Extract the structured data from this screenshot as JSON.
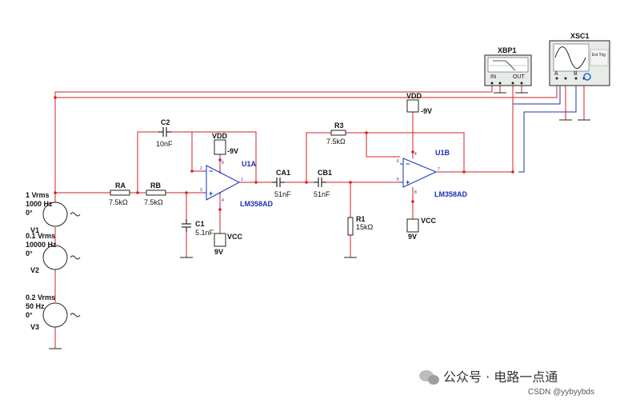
{
  "sources": [
    {
      "amplitude": "1 Vrms",
      "freq": "1000 Hz",
      "phase": "0°",
      "name": "V1"
    },
    {
      "amplitude": "0.1 Vrms",
      "freq": "10000 Hz",
      "phase": "0°",
      "name": "V2"
    },
    {
      "amplitude": "0.2 Vrms",
      "freq": "50 Hz",
      "phase": "0°",
      "name": "V3"
    }
  ],
  "resistors": {
    "RA": {
      "name": "RA",
      "value": "7.5kΩ"
    },
    "RB": {
      "name": "RB",
      "value": "7.5kΩ"
    },
    "R3": {
      "name": "R3",
      "value": "7.5kΩ"
    },
    "R1": {
      "name": "R1",
      "value": "15kΩ"
    }
  },
  "capacitors": {
    "C2": {
      "name": "C2",
      "value": "10nF"
    },
    "C1": {
      "name": "C1",
      "value": "5.1nF"
    },
    "CA1": {
      "name": "CA1",
      "value": "51nF"
    },
    "CB1": {
      "name": "CB1",
      "value": "51nF"
    }
  },
  "opamps": {
    "U1A": {
      "name": "U1A",
      "part": "LM358AD"
    },
    "U1B": {
      "name": "U1B",
      "part": "LM358AD"
    }
  },
  "pin_numbers": {
    "u1a_top": "8",
    "u1a_plus": "3",
    "u1a_minus": "2",
    "u1a_out": "1",
    "u1a_bottom": "4",
    "u1b_top": "4",
    "u1b_minus": "6",
    "u1b_plus": "5",
    "u1b_out": "7",
    "u1b_bottom": "8"
  },
  "supplies": {
    "vdd1": {
      "name": "VDD",
      "value": "-9V"
    },
    "vcc1": {
      "name": "VCC",
      "value": "9V"
    },
    "vdd2": {
      "name": "VDD",
      "value": "-9V"
    },
    "vcc2": {
      "name": "VCC",
      "value": "9V"
    }
  },
  "instruments": {
    "bode": {
      "name": "XBP1",
      "in": "IN",
      "out": "OUT"
    },
    "scope": {
      "name": "XSC1",
      "ch_a": "A",
      "ch_b": "B",
      "ext_trig": "Ext Trig"
    }
  },
  "watermark": {
    "brand": "公众号 · 电路一点通",
    "credit": "CSDN @yybyybds"
  },
  "colors": {
    "wire_red": "#d42020",
    "wire_blue": "#2030b0",
    "opamp_blue": "#1a2fb8"
  }
}
